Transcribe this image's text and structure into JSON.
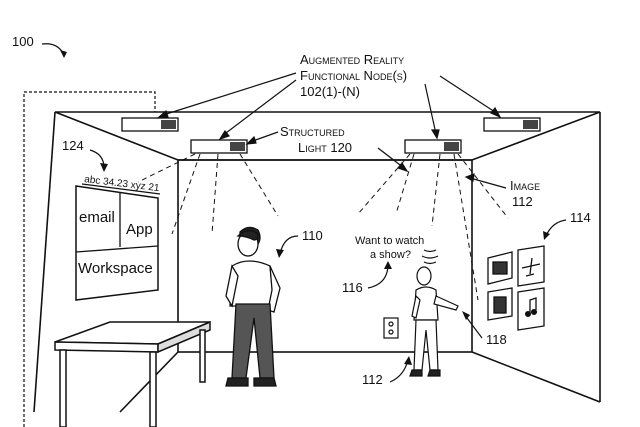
{
  "figure": {
    "ref_main": "100",
    "label_nodes_line1": "Augmented Reality",
    "label_nodes_line2": "Functional Node(s)",
    "label_nodes_line3": "102(1)-(N)",
    "label_structured_line1": "Structured",
    "label_structured_line2": "Light 120",
    "label_image_line1": "Image",
    "label_image_line2": "112",
    "ref_124": "124",
    "ref_110": "110",
    "ref_114": "114",
    "ref_116": "116",
    "ref_118": "118",
    "ref_112": "112",
    "projected_ticker": "abc 34.23  xyz 21",
    "projected_email": "email",
    "projected_app": "App",
    "projected_workspace": "Workspace",
    "speech_line1": "Want to watch",
    "speech_line2": "a show?"
  },
  "colors": {
    "line": "#111111",
    "background": "#ffffff",
    "shading": "#555555"
  }
}
